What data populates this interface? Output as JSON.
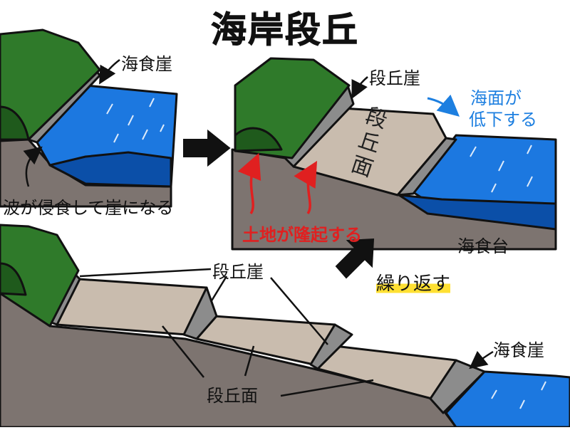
{
  "title": "海岸段丘",
  "panel1": {
    "cliff_label": "海食崖",
    "wave_caption": "波が侵食して崖になる"
  },
  "panel2": {
    "cliff_label": "段丘崖",
    "sea_drop_line1": "海面が",
    "sea_drop_line2": "低下する",
    "surface_char1": "段",
    "surface_char2": "丘",
    "surface_char3": "面",
    "uplift_label": "土地が隆起する",
    "platform_label": "海食台"
  },
  "repeat_label": "繰り返す",
  "panel3": {
    "cliff_label": "段丘崖",
    "surface_label": "段丘面",
    "sea_cliff_label": "海食崖"
  },
  "colors": {
    "forest": "#2f7a2a",
    "forest_dark": "#1f5a1c",
    "ground": "#7d7470",
    "terrace": "#c9bcae",
    "cliff": "#8c8c8c",
    "sea": "#1c78e0",
    "sea_deep": "#0b4fa8",
    "arrow": "#111111"
  }
}
